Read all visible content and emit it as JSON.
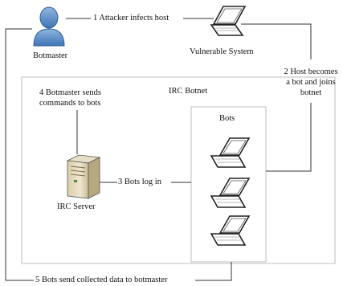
{
  "nodes": {
    "botmaster": "Botmaster",
    "vulnerable_system": "Vulnerable System",
    "irc_botnet": "IRC Botnet",
    "bots": "Bots",
    "irc_server": "IRC Server"
  },
  "edges": {
    "step1": "1 Attacker infects host",
    "step2_line1": "2 Host becomes",
    "step2_line2": "a bot and joins",
    "step2_line3": "botnet",
    "step3": "3 Bots log in",
    "step4_line1": "4 Botmaster sends",
    "step4_line2": "commands to bots",
    "step5": "5 Bots send collected data to botmaster"
  },
  "colors": {
    "person_blue": "#5b8fc8",
    "box_border": "#bfbfbf",
    "line": "#333333"
  }
}
